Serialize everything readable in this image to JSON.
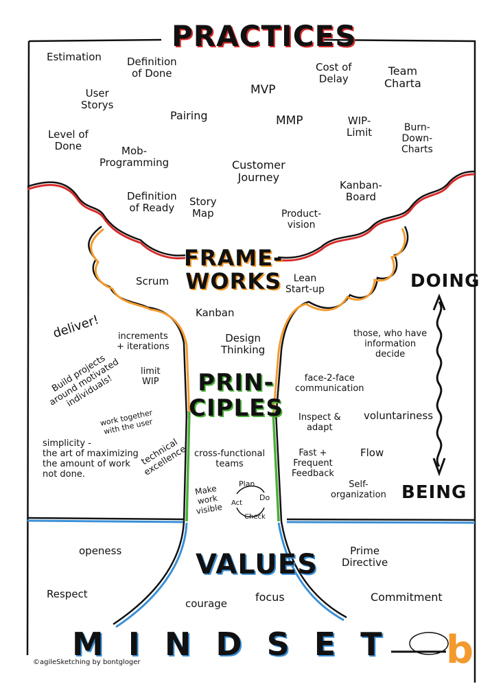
{
  "colors": {
    "red": "#d62b2b",
    "orange": "#f29a2e",
    "green": "#4caf3a",
    "blue": "#3a8fd6",
    "ink": "#111111"
  },
  "headings": {
    "practices": "PRACTICES",
    "frameworks": "FRAME-\nWORKS",
    "principles": "PRIN-\nCIPLES",
    "values": "VALUES",
    "mindset": "M I N D S E T",
    "doing": "DOING",
    "being": "BEING"
  },
  "practices": {
    "estimation": "Estimation",
    "definition_of_done": "Definition\nof Done",
    "cost_of_delay": "Cost of\nDelay",
    "team_charta": "Team\nCharta",
    "user_storys": "User\nStorys",
    "mvp": "MVP",
    "pairing": "Pairing",
    "mmp": "MMP",
    "wip_limit": "WIP-\nLimit",
    "burn_down_charts": "Burn-\nDown-\nCharts",
    "level_of_done": "Level of\nDone",
    "mob_programming": "Mob-\nProgramming",
    "customer_journey": "Customer\nJourney",
    "kanban_board": "Kanban-\nBoard",
    "definition_of_ready": "Definition\nof Ready",
    "story_map": "Story\nMap",
    "product_vision": "Product-\nvision"
  },
  "frameworks": {
    "scrum": "Scrum",
    "lean_startup": "Lean\nStart-up",
    "kanban": "Kanban",
    "design_thinking": "Design\nThinking"
  },
  "principles": {
    "deliver": "deliver!",
    "build_projects": "Build projects\naround motivated\nindividuals!",
    "increments": "increments\n+ iterations",
    "limit_wip": "limit\nWIP",
    "work_together": "work together\nwith the user",
    "simplicity": "simplicity -\nthe art of maximizing\nthe amount of work\nnot done.",
    "technical_excellence": "technical\nexcellence",
    "cross_functional": "cross-functional\nteams",
    "make_work_visible": "Make\nwork\nvisible",
    "pdca_plan": "Plan",
    "pdca_do": "Do",
    "pdca_check": "Check",
    "pdca_act": "Act",
    "those_who_have": "those, who have\ninformation\ndecide",
    "face_to_face": "face-2-face\ncommunication",
    "voluntariness": "voluntariness",
    "inspect_adapt": "Inspect &\nadapt",
    "fast_feedback": "Fast +\nFrequent\nFeedback",
    "flow": "Flow",
    "self_organization": "Self-\norganization"
  },
  "values": {
    "openess": "openess",
    "prime_directive": "Prime\nDirective",
    "respect": "Respect",
    "courage": "courage",
    "focus": "focus",
    "commitment": "Commitment"
  },
  "footer": {
    "credit": "©agileSketching by bontgloger",
    "logo_letter": "b"
  }
}
